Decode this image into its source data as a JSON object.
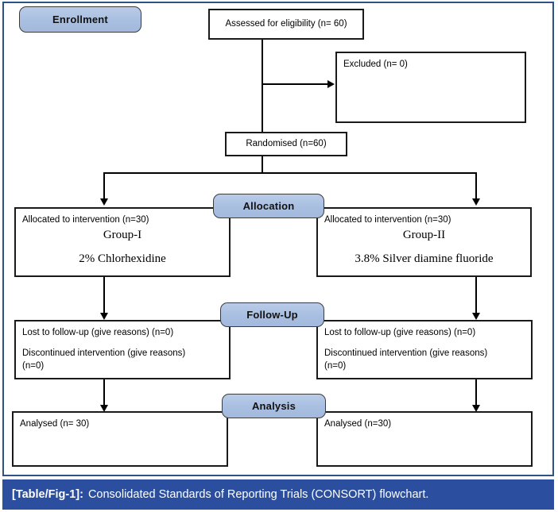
{
  "figure": {
    "caption_tag": "[Table/Fig-1]:",
    "caption_text": "Consolidated Standards of Reporting Trials (CONSORT) flowchart.",
    "frame_color": "#2d5285",
    "caption_bar_color": "#2b4f9e",
    "badge_color": "#a9bfe1",
    "line_color": "#000000"
  },
  "stages": {
    "enrollment": "Enrollment",
    "allocation": "Allocation",
    "followup": "Follow-Up",
    "analysis": "Analysis"
  },
  "nodes": {
    "assessed": "Assessed for eligibility (n= 60)",
    "excluded": "Excluded (n= 0)",
    "randomised": "Randomised (n=60)",
    "alloc_left": {
      "line1": "Allocated to intervention (n=30)",
      "line2": "Group-I",
      "line3": "2% Chlorhexidine"
    },
    "alloc_right": {
      "line1": "Allocated to intervention (n=30)",
      "line2": "Group-II",
      "line3": "3.8% Silver diamine fluoride"
    },
    "followup_left": {
      "line1": "Lost to follow-up (give reasons) (n=0)",
      "line2": "Discontinued intervention (give reasons)",
      "line3": "(n=0)"
    },
    "followup_right": {
      "line1": "Lost to follow-up (give reasons) (n=0)",
      "line2": "Discontinued intervention (give reasons)",
      "line3": "(n=0)"
    },
    "analysis_left": "Analysed (n= 30)",
    "analysis_right": "Analysed (n=30)"
  }
}
